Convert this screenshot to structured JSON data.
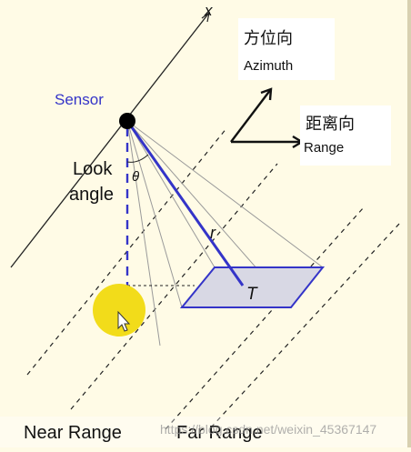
{
  "labels": {
    "x_axis": "x",
    "sensor": "Sensor",
    "look_angle_line1": "Look",
    "look_angle_line2": "angle",
    "theta": "θ",
    "slant_range": "r",
    "target": "T",
    "azimuth_zh": "方位向",
    "azimuth_en": "Azimuth",
    "range_zh": "距离向",
    "range_en": "Range",
    "near_range": "Near Range",
    "far_range": "Far Range",
    "watermark": "https://blog.csdn.net/weixin_45367147"
  },
  "colors": {
    "background": "#fffbe6",
    "line": "#111111",
    "blue": "#3434c8",
    "swath_fill": "#d8d8e4",
    "cursor_highlight": "#f2dc1a",
    "gray_line": "#999999"
  },
  "icons": {
    "cursor": "mouse-pointer-icon"
  }
}
